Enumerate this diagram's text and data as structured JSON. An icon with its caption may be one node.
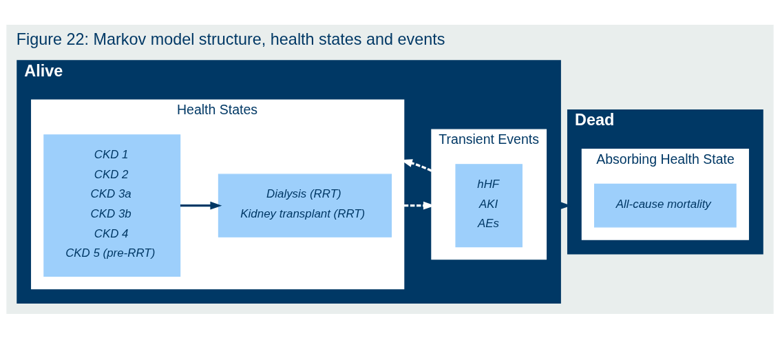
{
  "diagram": {
    "title": "Figure 22: Markov model structure, health states and events",
    "nodes": [
      {
        "text": [
          "Alive"
        ]
      },
      {
        "text": [
          "Health States"
        ],
        "in": 0
      },
      {
        "text": [
          "CKD 1",
          "CKD 2",
          "CKD 3a",
          "CKD 3b",
          "CKD 4",
          "CKD 5 (pre-RRT)"
        ],
        "in": 1
      },
      {
        "text": [
          "Dialysis (RRT)",
          "Kidney transplant (RRT)"
        ],
        "in": 1
      },
      {
        "text": [
          "Transient Events"
        ],
        "in": 0
      },
      {
        "text": [
          "hHF",
          "AKI",
          "AEs"
        ],
        "in": 4
      },
      {
        "text": [
          "Dead"
        ]
      },
      {
        "text": [
          "Absorbing Health State"
        ],
        "in": 6
      },
      {
        "text": [
          "All-cause mortality"
        ],
        "in": 7
      }
    ],
    "edges": [
      {
        "from": 2,
        "to": 3,
        "arrow": "to"
      },
      {
        "from": 1,
        "to": 4,
        "arrow": "to",
        "style": "dashed",
        "color": "#ffffff"
      },
      {
        "from": 4,
        "to": 1,
        "arrow": "to",
        "style": "dashed",
        "color": "#ffffff"
      },
      {
        "from": 0,
        "to": 6,
        "arrow": "to"
      }
    ]
  }
}
